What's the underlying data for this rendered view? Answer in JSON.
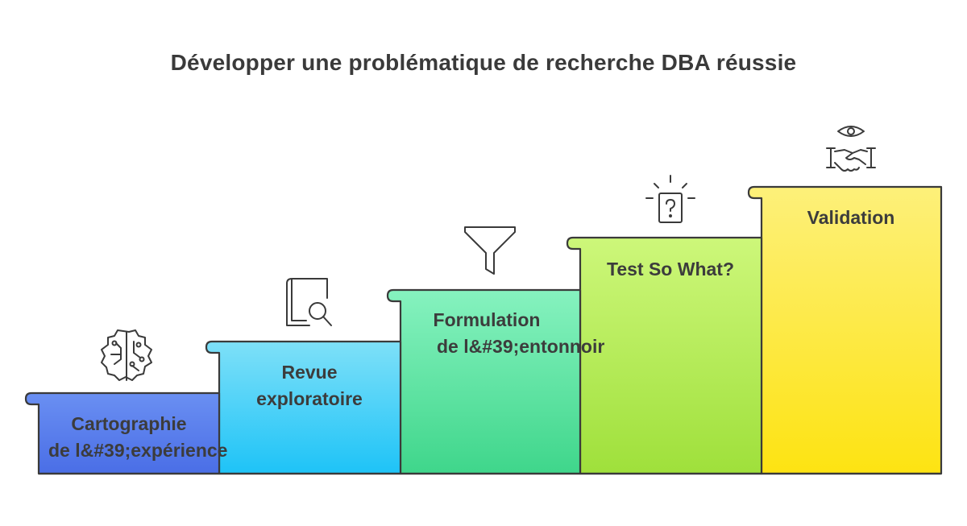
{
  "title": "Développer une problématique de recherche DBA réussie",
  "steps": [
    {
      "line1": "Cartographie",
      "line2": "de l&#39;expérience",
      "icon": "brain-circuit-icon",
      "colors": [
        "#6a8ff2",
        "#4a6ee6"
      ]
    },
    {
      "line1": "Revue",
      "line2": "exploratoire",
      "icon": "book-search-icon",
      "colors": [
        "#7ee0f8",
        "#1ec3f7"
      ]
    },
    {
      "line1": "Formulation",
      "line2": "de l&#39;entonnoir",
      "icon": "funnel-icon",
      "colors": [
        "#86f2bf",
        "#3fd68b"
      ]
    },
    {
      "line1": "Test So What?",
      "line2": "",
      "icon": "question-idea-icon",
      "colors": [
        "#cdf77a",
        "#9fe03b"
      ]
    },
    {
      "line1": "Validation",
      "line2": "",
      "icon": "eye-handshake-icon",
      "colors": [
        "#fdf07a",
        "#fde312"
      ]
    }
  ]
}
